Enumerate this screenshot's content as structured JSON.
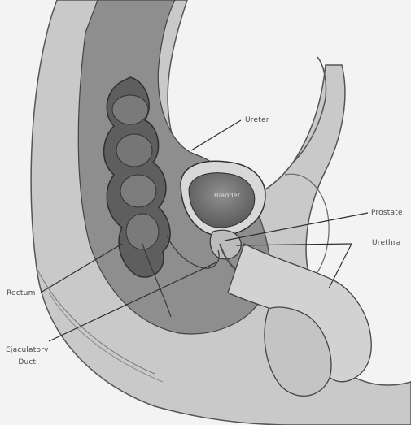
{
  "labels": {
    "ureter": "Ureter",
    "bladder": "Bladder",
    "prostate": "Prostate",
    "urethra": "Urethra",
    "rectum": "Rectum",
    "ejaculatory_duct_line1": "Ejaculatory",
    "ejaculatory_duct_line2": "Duct"
  }
}
